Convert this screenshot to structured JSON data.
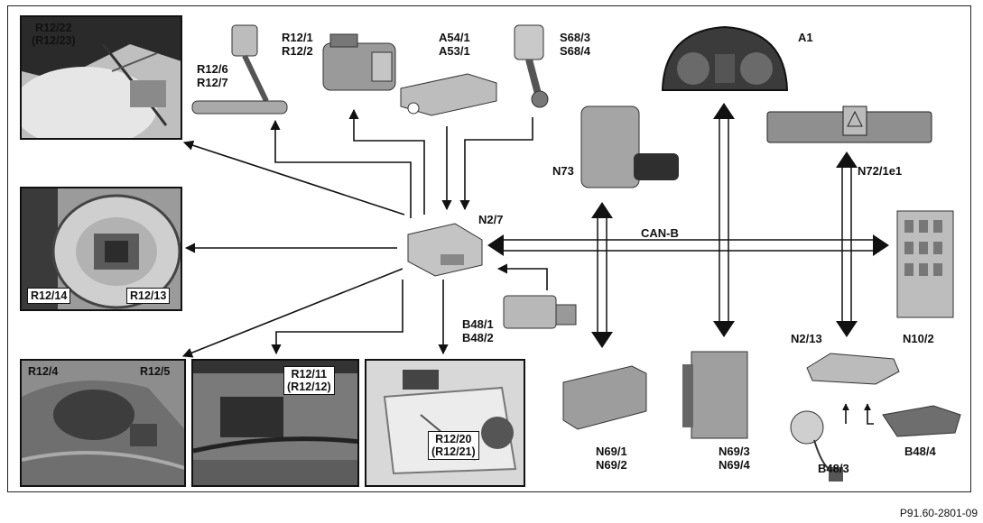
{
  "labels": {
    "r12_6_7": [
      "R12/6",
      "R12/7"
    ],
    "r12_1_2": [
      "R12/1",
      "R12/2"
    ],
    "a54_53": [
      "A54/1",
      "A53/1"
    ],
    "s68": [
      "S68/3",
      "S68/4"
    ],
    "a1": "A1",
    "n72": "N72/1e1",
    "n73": "N73",
    "n2_7": "N2/7",
    "can_b": "CAN-B",
    "n10_2": "N10/2",
    "b48_1_2": [
      "B48/1",
      "B48/2"
    ],
    "n2_13": "N2/13",
    "n69_1_2": [
      "N69/1",
      "N69/2"
    ],
    "n69_3_4": [
      "N69/3",
      "N69/4"
    ],
    "b48_3": "B48/3",
    "b48_4": "B48/4"
  },
  "photo_tags": {
    "top_left": [
      "R12/22",
      "(R12/23)"
    ],
    "steering_left": "R12/14",
    "steering_right": "R12/13",
    "seat_left": "R12/4",
    "seat_right": "R12/5",
    "door1": [
      "R12/11",
      "(R12/12)"
    ],
    "door2": [
      "R12/20",
      "(R12/21)"
    ]
  },
  "reference": "P91.60-2801-09"
}
